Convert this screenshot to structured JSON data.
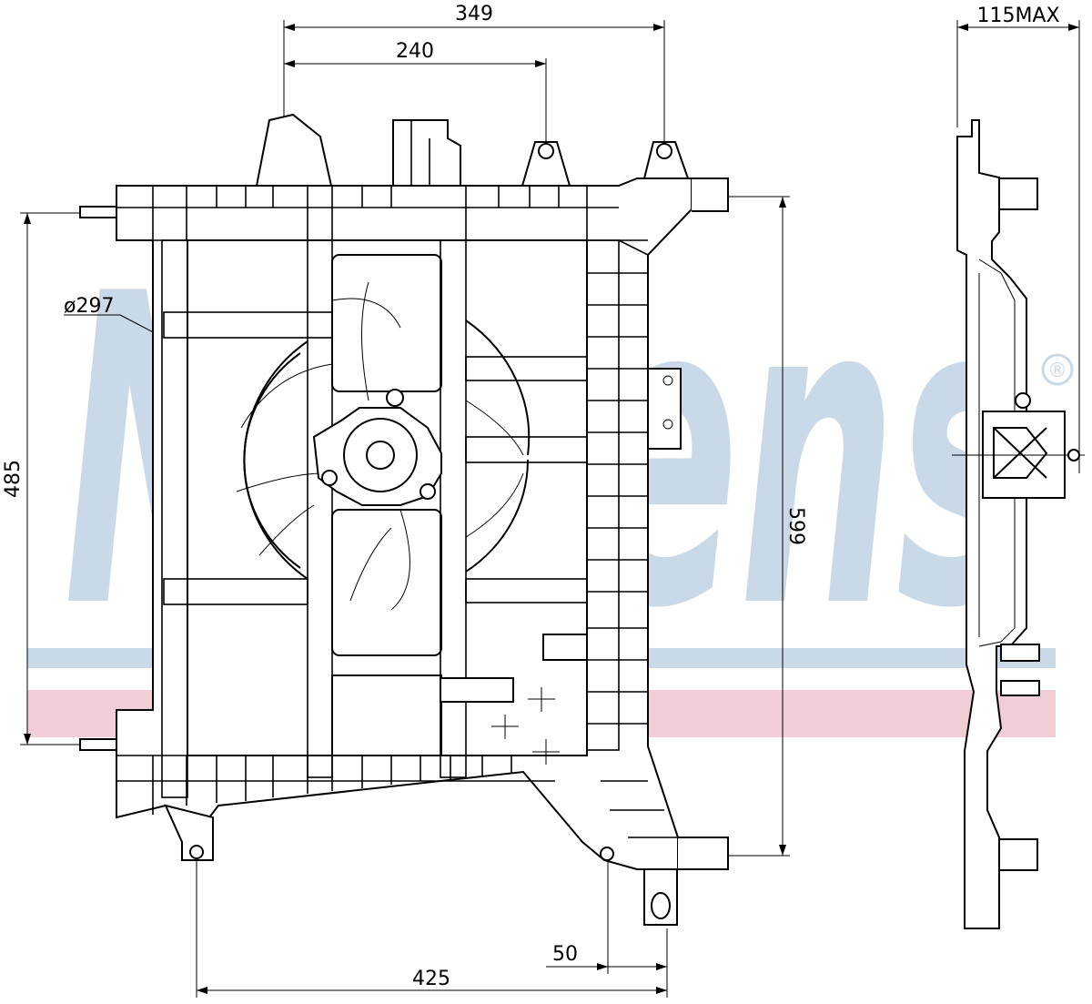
{
  "watermark": {
    "brand": "Nissens",
    "registered": "®",
    "blue_color": "#c9d9e8",
    "red_color": "#f1cdd6"
  },
  "dimensions": {
    "width_349": "349",
    "width_240": "240",
    "depth_115max": "115MAX",
    "diameter_297": "ø297",
    "height_485": "485",
    "height_599": "599",
    "width_425": "425",
    "offset_50": "50"
  }
}
